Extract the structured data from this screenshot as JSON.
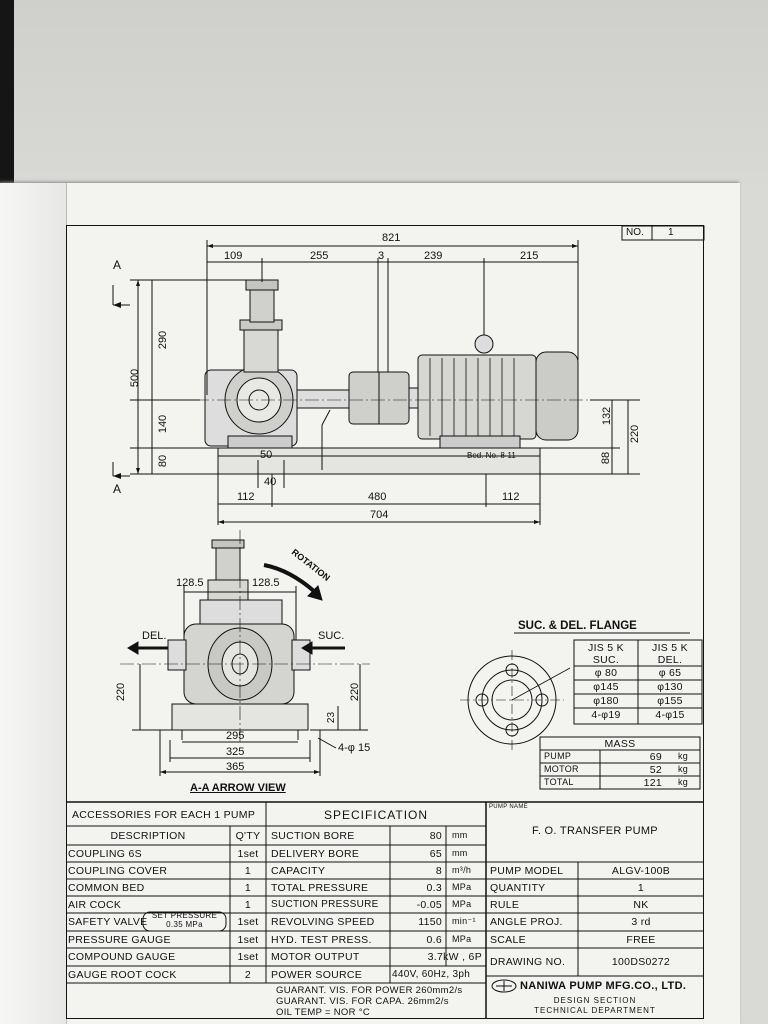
{
  "sheet_no": {
    "label": "NO.",
    "value": "1"
  },
  "dims": {
    "overall": "821",
    "d109": "109",
    "d255": "255",
    "d3": "3",
    "d239": "239",
    "d215": "215",
    "d500": "500",
    "d290": "290",
    "d140": "140",
    "d80": "80",
    "d50": "50",
    "d40": "40",
    "d112a": "112",
    "d480": "480",
    "d112b": "112",
    "d704": "704",
    "d132": "132",
    "d220": "220",
    "d88": "88",
    "bed": "Bed. No. 8-11",
    "section": "A",
    "d128a": "128.5",
    "d128b": "128.5",
    "d220l": "220",
    "d220r": "220",
    "d23": "23",
    "d295": "295",
    "d325": "325",
    "d365": "365",
    "hole": "4-φ 15"
  },
  "labels": {
    "rotation": "ROTATION",
    "del": "DEL.",
    "suc": "SUC.",
    "arrow_view": "A-A ARROW VIEW"
  },
  "flange": {
    "title": "SUC. & DEL. FLANGE",
    "headers": [
      "JIS 5 K",
      "JIS 5 K"
    ],
    "subheaders": [
      "SUC.",
      "DEL."
    ],
    "rows": [
      [
        "φ 80",
        "φ 65"
      ],
      [
        "φ145",
        "φ130"
      ],
      [
        "φ180",
        "φ155"
      ],
      [
        "4-φ19",
        "4-φ15"
      ]
    ]
  },
  "mass": {
    "title": "MASS",
    "rows": [
      [
        "PUMP",
        "69",
        "kg"
      ],
      [
        "MOTOR",
        "52",
        "kg"
      ],
      [
        "TOTAL",
        "121",
        "kg"
      ]
    ]
  },
  "accessories": {
    "title": "ACCESSORIES FOR EACH 1 PUMP",
    "headers": [
      "DESCRIPTION",
      "Q'TY"
    ],
    "rows": [
      [
        "COUPLING    6S",
        "1set"
      ],
      [
        "COUPLING COVER",
        "1"
      ],
      [
        "COMMON BED",
        "1"
      ],
      [
        "AIR COCK",
        "1"
      ],
      [
        "SAFETY VALVE",
        "1set"
      ],
      [
        "PRESSURE GAUGE",
        "1set"
      ],
      [
        "COMPOUND GAUGE",
        "1set"
      ],
      [
        "GAUGE ROOT COCK",
        "2"
      ]
    ],
    "safety_note": [
      "SET PRESSURE",
      "0.35 MPa"
    ]
  },
  "spec": {
    "title": "SPECIFICATION",
    "rows": [
      [
        "SUCTION BORE",
        "80",
        "mm"
      ],
      [
        "DELIVERY BORE",
        "65",
        "mm"
      ],
      [
        "CAPACITY",
        "8",
        "m³/h"
      ],
      [
        "TOTAL PRESSURE",
        "0.3",
        "MPa"
      ],
      [
        "SUCTION PRESSURE",
        "-0.05",
        "MPa"
      ],
      [
        "REVOLVING SPEED",
        "1150",
        "min⁻¹"
      ],
      [
        "HYD. TEST PRESS.",
        "0.6",
        "MPa"
      ],
      [
        "MOTOR OUTPUT",
        "3.7kW , 6P",
        ""
      ],
      [
        "POWER SOURCE",
        "440V, 60Hz, 3ph",
        ""
      ]
    ],
    "notes": [
      "GUARANT. VIS. FOR POWER  260mm2/s",
      "GUARANT. VIS. FOR CAPA.    26mm2/s",
      "OIL TEMP = NOR °C"
    ]
  },
  "pump_info": {
    "name_label": "PUMP NAME",
    "name": "F. O. TRANSFER PUMP",
    "rows": [
      [
        "PUMP MODEL",
        "ALGV-100B"
      ],
      [
        "QUANTITY",
        "1"
      ],
      [
        "RULE",
        "NK"
      ],
      [
        "ANGLE PROJ.",
        "3 rd"
      ],
      [
        "SCALE",
        "FREE"
      ],
      [
        "DRAWING NO.",
        "100DS0272"
      ]
    ],
    "company": "NANIWA PUMP MFG.CO., LTD.",
    "dept1": "DESIGN SECTION",
    "dept2": "TECHNICAL DEPARTMENT"
  }
}
